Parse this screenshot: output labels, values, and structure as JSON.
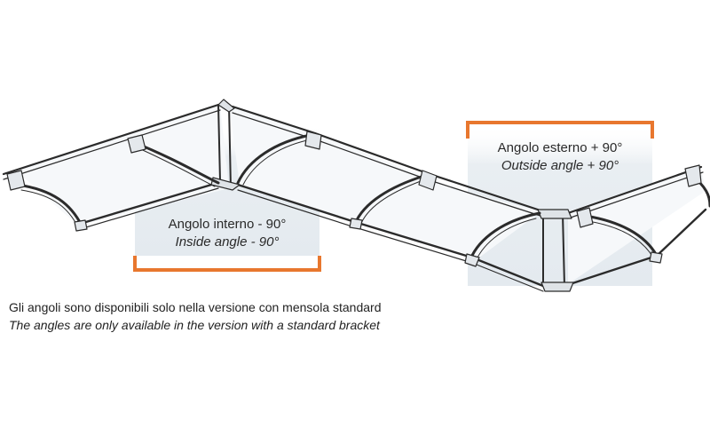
{
  "diagram": {
    "inside_angle": {
      "title_it": "Angolo interno - 90°",
      "title_en": "Inside angle - 90°"
    },
    "outside_angle": {
      "title_it": "Angolo esterno + 90°",
      "title_en": "Outside angle + 90°"
    },
    "caption": {
      "it": "Gli angoli sono disponibili solo nella versione con mensola standard",
      "en": "The angles are only available in the version with a standard bracket"
    },
    "colors": {
      "accent": "#e8772e",
      "panel_fill": "#e7edf2",
      "frame": "#2b2b2b",
      "canopy": "#f4f6f8"
    }
  }
}
